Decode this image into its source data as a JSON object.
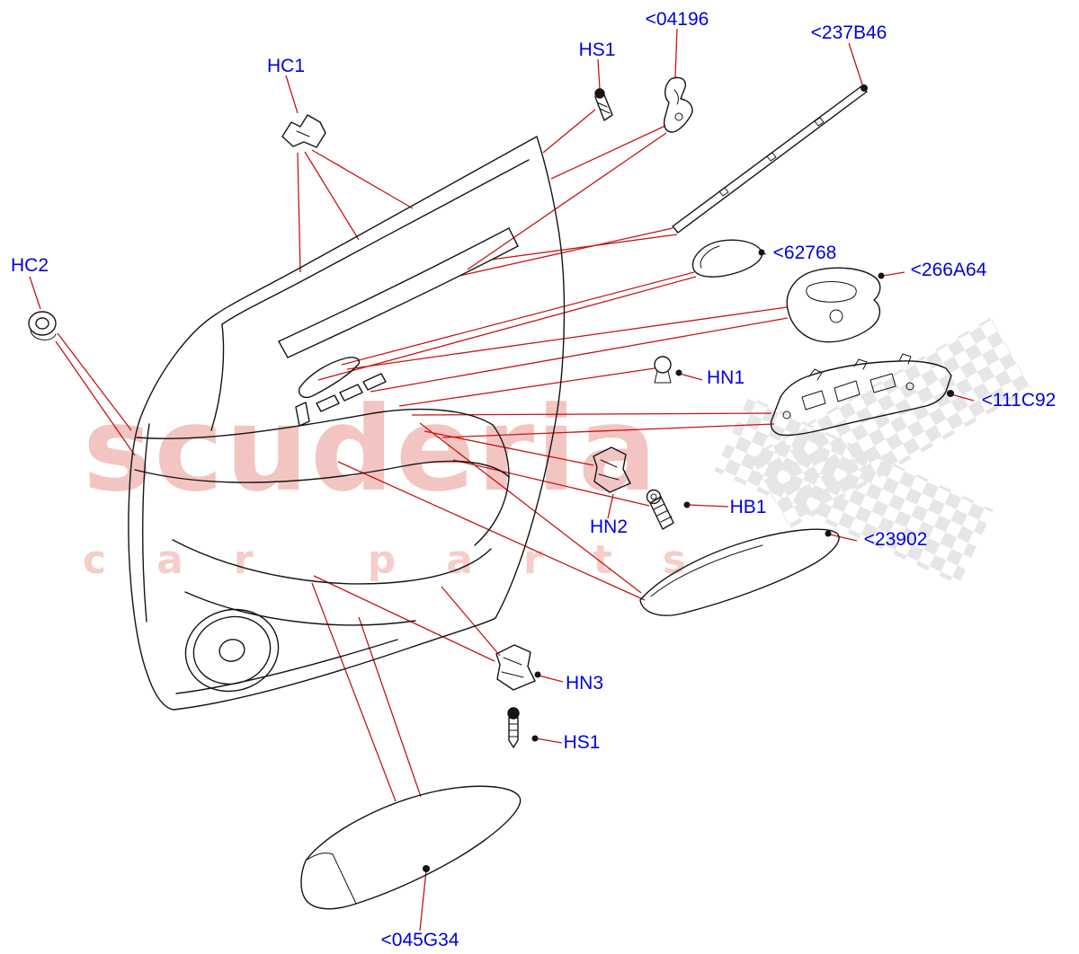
{
  "watermark": {
    "line1": "scuderia",
    "line2": "car parts"
  },
  "labels": {
    "hc1": "HC1",
    "p04196": "<04196",
    "hs1_top": "HS1",
    "p237b46": "<237B46",
    "hc2": "HC2",
    "p62768": "<62768",
    "p266a64": "<266A64",
    "hn1": "HN1",
    "p111c92": "<111C92",
    "hn2": "HN2",
    "hb1": "HB1",
    "p23902": "<23902",
    "hn3": "HN3",
    "hs1_bottom": "HS1",
    "p045g34": "<045G34"
  },
  "colors": {
    "label_blue": "#0000e0",
    "leader_red": "#c81414",
    "art_black": "#141414",
    "watermark_red": "#dd4f43",
    "checker_gray": "#d2d2d2"
  }
}
